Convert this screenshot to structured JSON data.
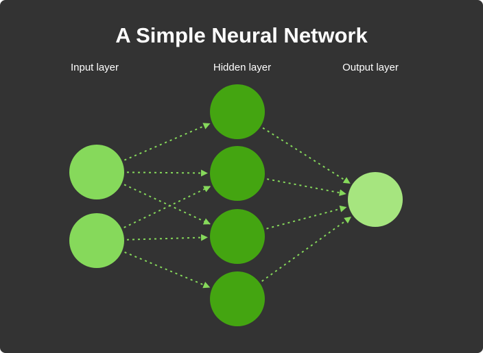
{
  "title": "A Simple Neural Network",
  "layers": [
    {
      "label": "Input layer",
      "nodes": 2
    },
    {
      "label": "Hidden layer",
      "nodes": 4
    },
    {
      "label": "Output layer",
      "nodes": 1
    }
  ],
  "colors": {
    "background": "#333333",
    "input_node": "#86d95b",
    "hidden_node": "#44a511",
    "output_node": "#a6e57f",
    "arrow": "#86d95b",
    "text": "#ffffff"
  },
  "connections": [
    {
      "from": "input-1",
      "to": "hidden-1"
    },
    {
      "from": "input-1",
      "to": "hidden-2"
    },
    {
      "from": "input-1",
      "to": "hidden-3"
    },
    {
      "from": "input-2",
      "to": "hidden-2"
    },
    {
      "from": "input-2",
      "to": "hidden-3"
    },
    {
      "from": "input-2",
      "to": "hidden-4"
    },
    {
      "from": "hidden-1",
      "to": "output-1"
    },
    {
      "from": "hidden-2",
      "to": "output-1"
    },
    {
      "from": "hidden-3",
      "to": "output-1"
    },
    {
      "from": "hidden-4",
      "to": "output-1"
    }
  ]
}
